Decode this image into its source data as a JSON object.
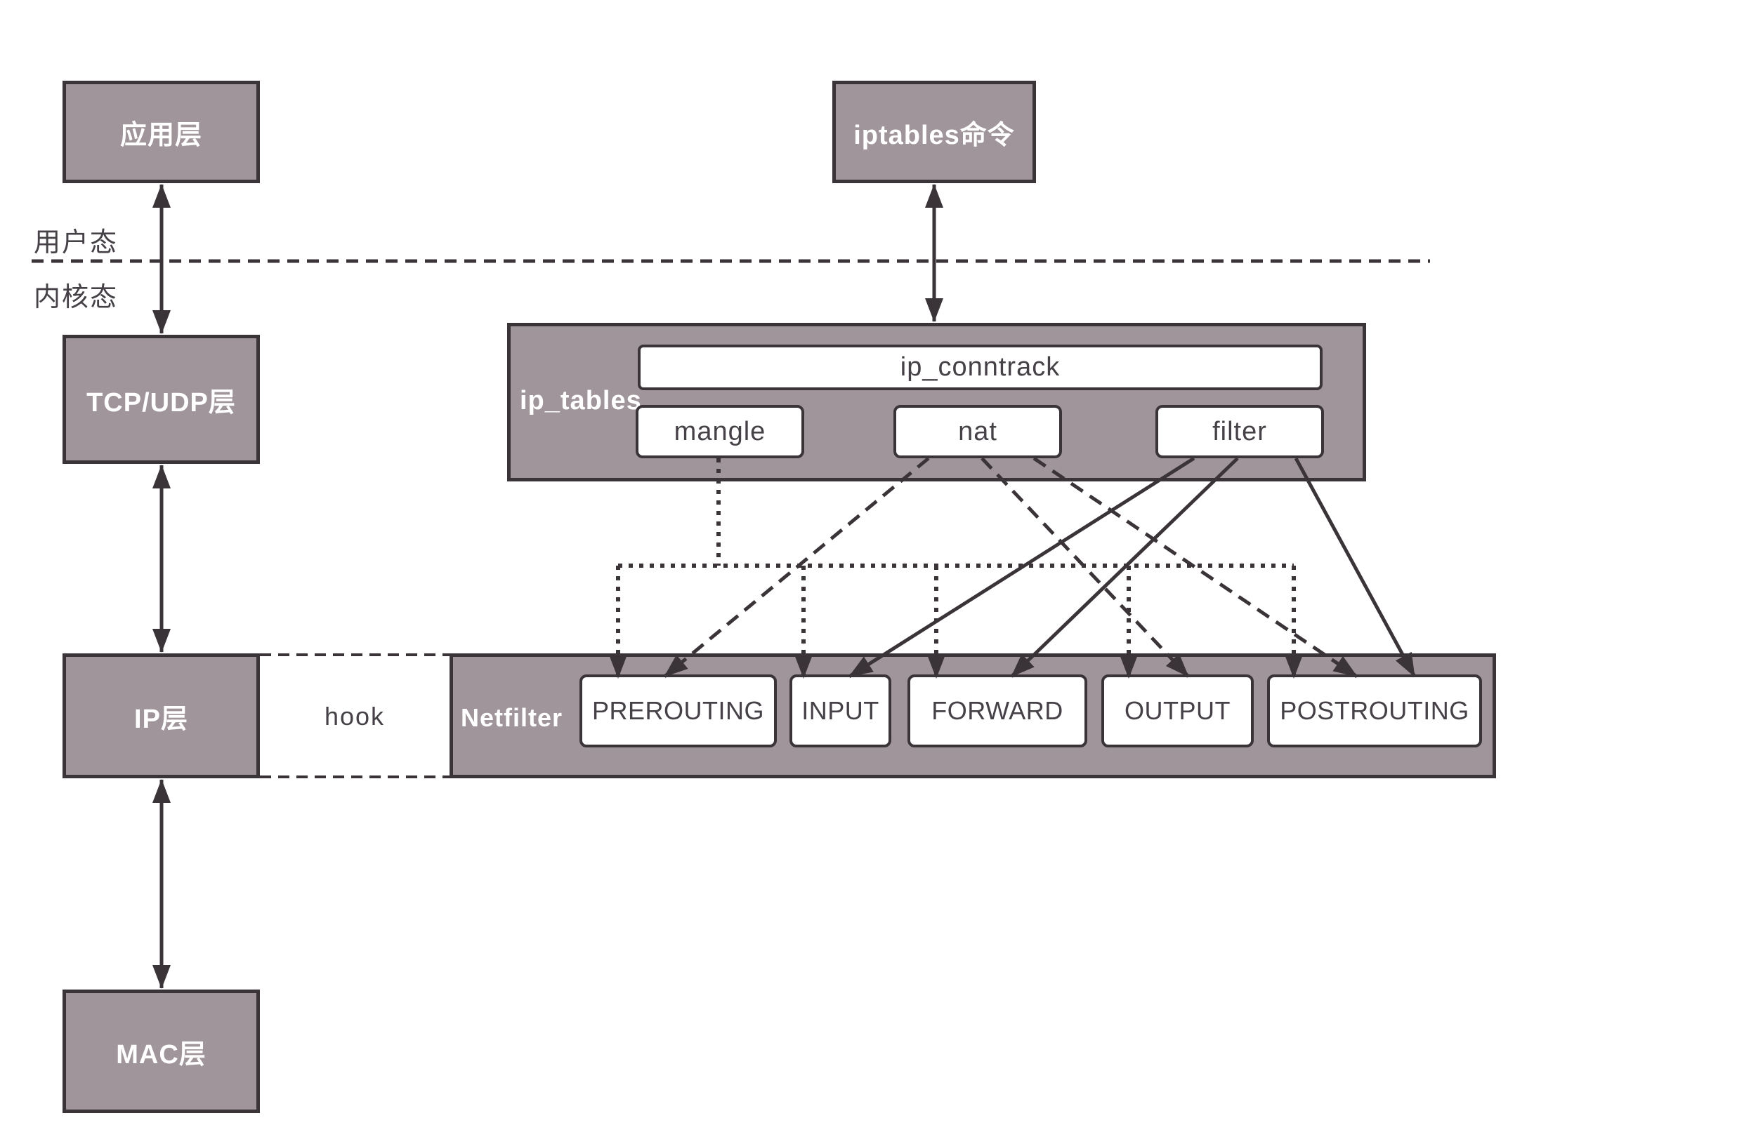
{
  "labels": {
    "app_layer": "应用层",
    "iptables_cmd": "iptables命令",
    "user_mode": "用户态",
    "kernel_mode": "内核态",
    "tcp_udp_layer": "TCP/UDP层",
    "ip_tables": "ip_tables",
    "ip_conntrack": "ip_conntrack",
    "ip_layer": "IP层",
    "hook": "hook",
    "netfilter": "Netfilter",
    "mac_layer": "MAC层"
  },
  "tables": [
    "mangle",
    "nat",
    "filter"
  ],
  "chains": [
    "PREROUTING",
    "INPUT",
    "FORWARD",
    "OUTPUT",
    "POSTROUTING"
  ],
  "connections": {
    "vertical_double_arrows": [
      {
        "from": "app_layer",
        "to": "tcp_udp_layer"
      },
      {
        "from": "iptables_cmd",
        "to": "ip_tables"
      },
      {
        "from": "tcp_udp_layer",
        "to": "ip_layer"
      },
      {
        "from": "ip_layer",
        "to": "mac_layer"
      }
    ],
    "mangle_dotted_targets": [
      "PREROUTING",
      "INPUT",
      "FORWARD",
      "OUTPUT",
      "POSTROUTING"
    ],
    "nat_dashed_targets": [
      "PREROUTING",
      "OUTPUT",
      "POSTROUTING"
    ],
    "filter_solid_targets": [
      "INPUT",
      "FORWARD",
      "POSTROUTING"
    ]
  },
  "colors": {
    "box_fill": "#a0959a",
    "line": "#3a3439",
    "white_box": "#ffffff",
    "dark_text": "#454147"
  }
}
